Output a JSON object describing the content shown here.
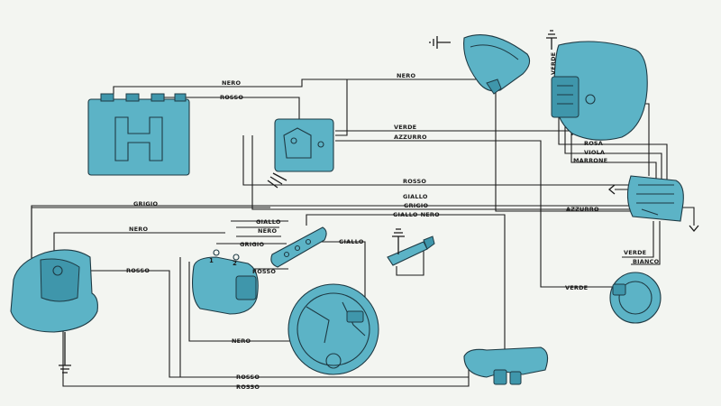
{
  "wires": {
    "nero_top": "NERO",
    "rosso_top": "ROSSO",
    "nero_long": "NERO",
    "verde_mid": "VERDE",
    "azzurro_mid": "AZZURRO",
    "rosso_mid": "ROSSO",
    "giallo_mid": "GIALLO",
    "grigio_left": "GRIGIO",
    "grigio_mid": "GRIGIO",
    "giallo_nero": "GIALLO-NERO",
    "azzurro_right": "AZZURRO",
    "giallo_left": "GIALLO",
    "nero_left": "NERO",
    "nero_small": "NERO",
    "grigio_small": "GRIGIO",
    "rosso_small": "ROSSO",
    "giallo_small": "GIALLO",
    "rosso_alt": "ROSSO",
    "nero_bottom": "NERO",
    "rosso_bottom1": "ROSSO",
    "rosso_bottom2": "ROSSO",
    "verde_right": "VERDE",
    "rosa": "ROSA",
    "viola": "VIOLA",
    "marrone": "MARRONE",
    "verde_horn": "VERDE",
    "bianco": "BIANCO",
    "verde_vert": "VERDE",
    "coil_1": "1",
    "coil_2": "2"
  },
  "components": [
    "battery",
    "regulator",
    "ignition-coil",
    "spark-plug",
    "alternator-stator",
    "speedometer",
    "headlight",
    "light-switch",
    "horn",
    "tail-light",
    "junction-box"
  ]
}
